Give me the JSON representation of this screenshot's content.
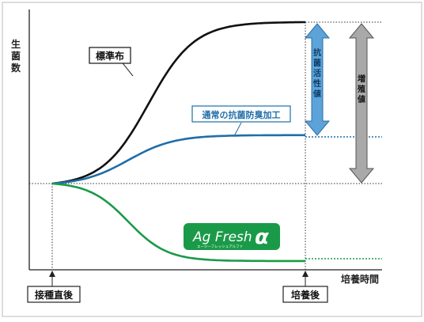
{
  "chart_data": {
    "type": "line",
    "ylabel": "生菌数",
    "xlabel": "培養時間",
    "ticks": {
      "start": "接種直後",
      "end": "培養後"
    },
    "series": [
      {
        "name": "標準布",
        "color": "#111111",
        "x": [
          0,
          1
        ],
        "y": [
          0,
          1
        ]
      },
      {
        "name": "通常の抗菌防臭加工",
        "color": "#1f6ea8",
        "x": [
          0,
          1
        ],
        "y": [
          0,
          0.3
        ]
      },
      {
        "name": "Ag Fresh α",
        "color": "#1a9a48",
        "x": [
          0,
          1
        ],
        "y": [
          0,
          -0.48
        ]
      }
    ],
    "annotations": {
      "antibacterial": "抗菌活性値",
      "bacteriostatic": "増殖値",
      "brand_main": "Ag Fresh",
      "brand_alpha": "α",
      "brand_sub": "エージーフレッシュアルファ"
    },
    "colors": {
      "antibacterial_arrow": "#5ba3d8",
      "bacteriostatic_arrow": "#a9a9a9",
      "brand_badge": "#1a9a48"
    }
  }
}
